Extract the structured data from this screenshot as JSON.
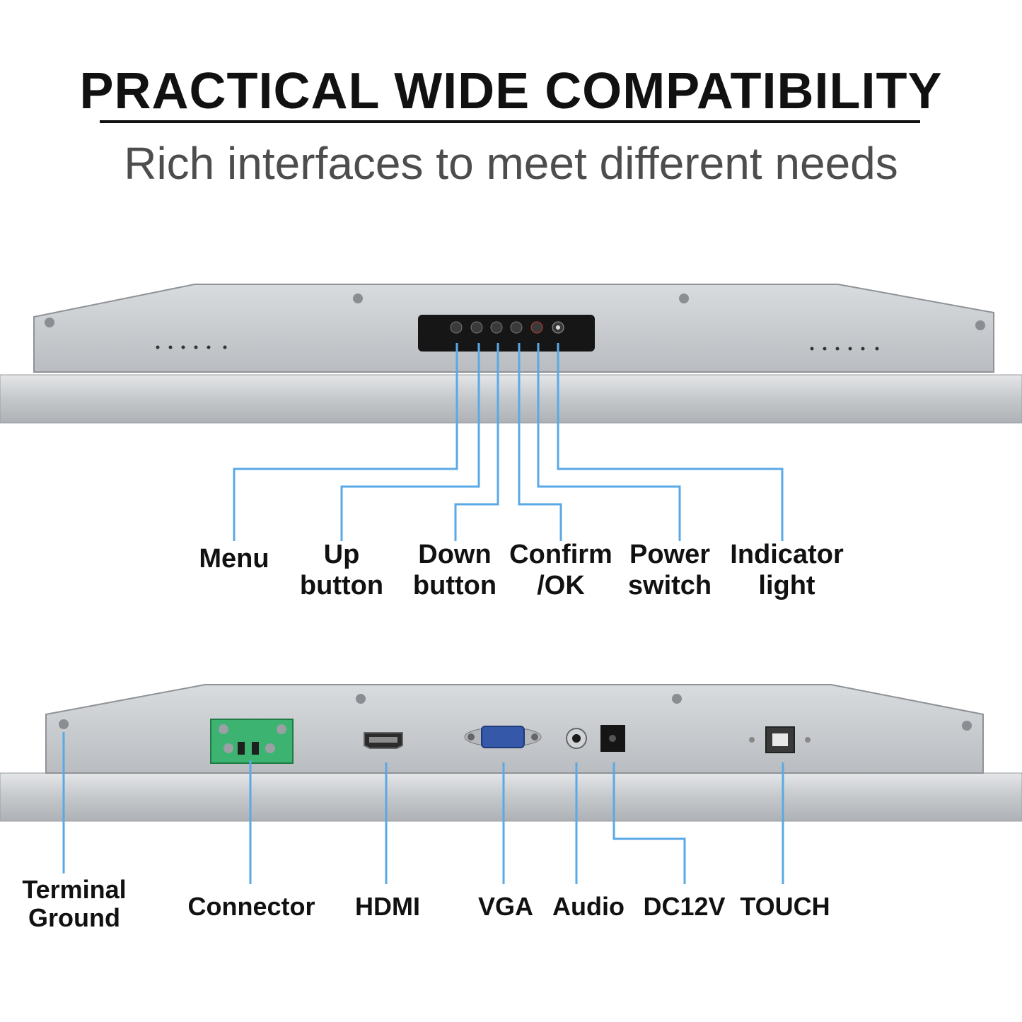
{
  "header": {
    "title": "PRACTICAL WIDE COMPATIBILITY",
    "subtitle": "Rich interfaces to meet different needs"
  },
  "top_panel": {
    "labels": {
      "menu": "Menu",
      "up": "Up\nbutton",
      "down": "Down\nbutton",
      "confirm": "Confirm\n/OK",
      "power": "Power\nswitch",
      "indicator": "Indicator\nlight"
    }
  },
  "bottom_panel": {
    "labels": {
      "terminal_ground": "Terminal\nGround",
      "connector": "Connector",
      "hdmi": "HDMI",
      "vga": "VGA",
      "audio": "Audio",
      "dc12v": "DC12V",
      "touch": "TOUCH"
    }
  },
  "colors": {
    "callout_line": "#5aa9e6",
    "panel_metal": "#c9cccf",
    "connector_green": "#3cb371"
  }
}
